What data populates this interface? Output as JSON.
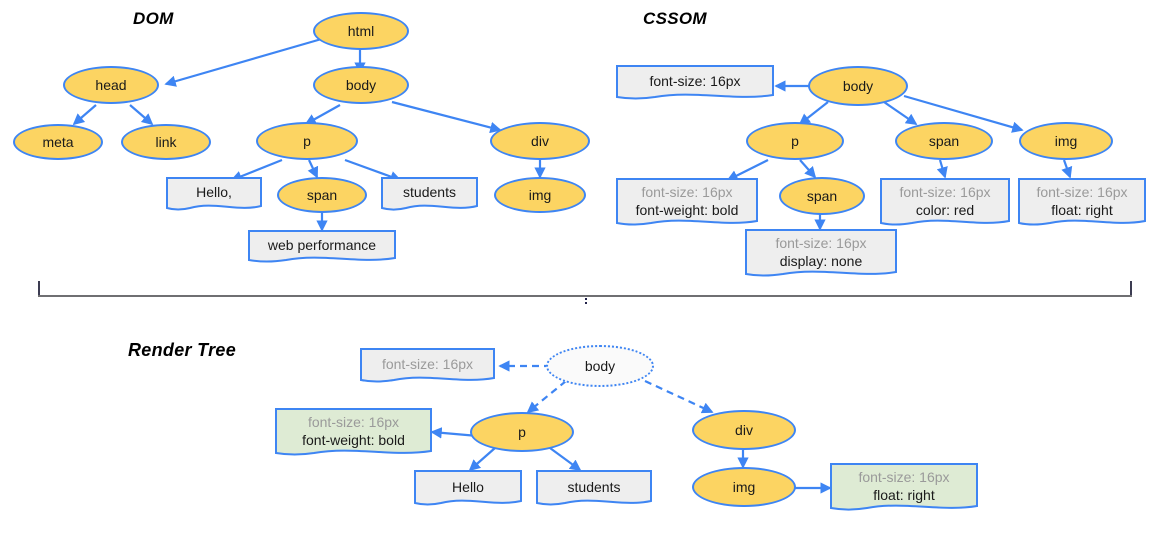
{
  "diagram": {
    "title_dom": "DOM",
    "title_cssom": "CSSOM",
    "title_render": "Render Tree",
    "colors": {
      "node_fill": "#FCD462",
      "node_stroke": "#3E85F3",
      "box_fill": "#EEEEEE",
      "box_fill_green": "#DEEBD4",
      "ghost_fill": "#FAFAFA",
      "muted_text": "#9A9A9A",
      "text": "#1A1A1A",
      "divider": "#6F6F72"
    }
  },
  "dom": {
    "title": "DOM",
    "nodes": {
      "html": "html",
      "head": "head",
      "body": "body",
      "meta": "meta",
      "link": "link",
      "p": "p",
      "div": "div",
      "span": "span",
      "img": "img"
    },
    "text_boxes": {
      "hello": "Hello,",
      "students": "students",
      "web_performance": "web performance"
    }
  },
  "cssom": {
    "title": "CSSOM",
    "nodes": {
      "body": "body",
      "p": "p",
      "span_child": "span",
      "span": "span",
      "img": "img"
    },
    "rules": {
      "body": {
        "line1": "font-size: 16px",
        "line1_muted": false
      },
      "p": {
        "line1": "font-size: 16px",
        "line2": "font-weight: bold"
      },
      "span_child": {
        "line1": "font-size: 16px",
        "line2": "display: none"
      },
      "span": {
        "line1": "font-size: 16px",
        "line2": "color: red"
      },
      "img": {
        "line1": "font-size: 16px",
        "line2": "float: right"
      }
    }
  },
  "render_tree": {
    "title": "Render Tree",
    "nodes": {
      "body": "body",
      "p": "p",
      "div": "div",
      "img": "img"
    },
    "text_boxes": {
      "hello": "Hello",
      "students": "students"
    },
    "rules": {
      "body": {
        "line1": "font-size: 16px"
      },
      "p": {
        "line1": "font-size: 16px",
        "line2": "font-weight: bold"
      },
      "img": {
        "line1": "font-size: 16px",
        "line2": "float: right"
      }
    }
  }
}
